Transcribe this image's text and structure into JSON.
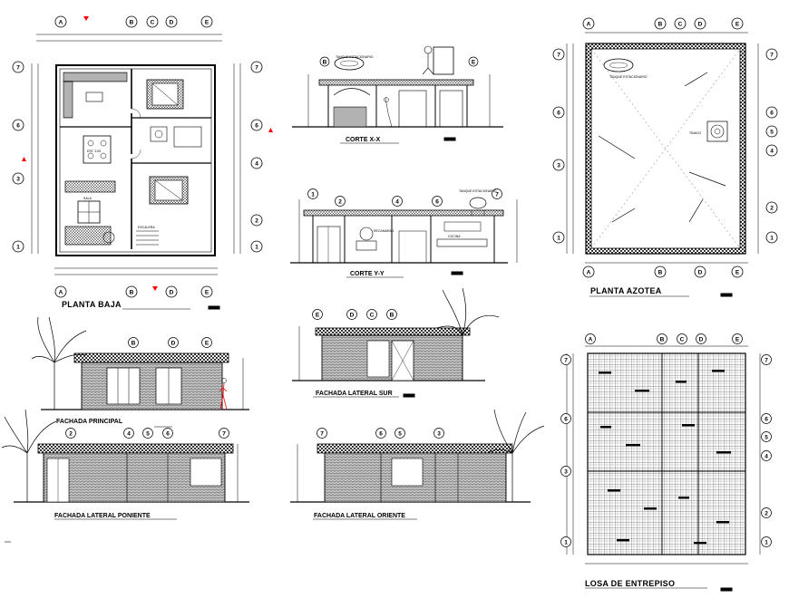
{
  "drawings": {
    "planta_baja": {
      "title": "PLANTA BAJA",
      "label_sala": "SALA",
      "label_comedor": "EST. 3.00",
      "label_escalera": "ESCALERA"
    },
    "corte_xx": {
      "title": "CORTE X-X",
      "tank_label": "TANQUE ESTACIONARIO"
    },
    "corte_yy": {
      "title": "CORTE Y-Y",
      "tank_label": "TANQUE ESTACIONARIO",
      "room_label": "RECAMARA 1",
      "room_label2": "COCINA"
    },
    "planta_azotea": {
      "title": "PLANTA AZOTEA",
      "tank_label": "TANQUE ESTACIONARIO",
      "tank_label2": "TINACO"
    },
    "fachada_principal": {
      "title": "FACHADA PRINCIPAL"
    },
    "fachada_lateral_sur": {
      "title": "FACHADA LATERAL SUR"
    },
    "fachada_lateral_poniente": {
      "title": "FACHADA LATERAL PONIENTE"
    },
    "fachada_lateral_oriente": {
      "title": "FACHADA LATERAL ORIENTE"
    },
    "losa_entrepiso": {
      "title": "LOSA DE ENTREPISO"
    }
  },
  "grid": {
    "letters": [
      "A",
      "B",
      "C",
      "D",
      "E"
    ],
    "numbers": [
      "1",
      "2",
      "3",
      "4",
      "5",
      "6",
      "7"
    ]
  },
  "colors": {
    "line": "#000000",
    "hatch": "#555555",
    "accent": "#ff0000"
  }
}
